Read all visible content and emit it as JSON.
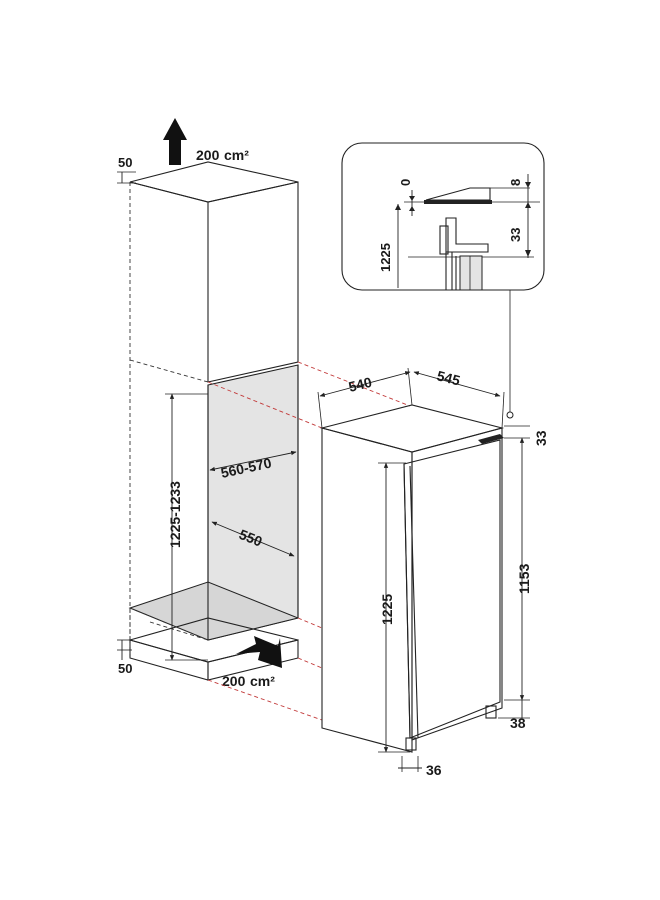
{
  "labels": {
    "vent_top": "200",
    "vent_bottom": "200",
    "vent_unit": "cm²",
    "top_gap": "50",
    "bottom_gap": "50",
    "niche_height": "1225-1233",
    "niche_width": "560-570",
    "niche_depth": "550",
    "fridge_width": "540",
    "fridge_depth": "545",
    "fridge_top_gap": "33",
    "door_height": "1153",
    "fridge_height": "1225",
    "foot_height": "38",
    "foot_depth": "36",
    "detail_gap": "0",
    "detail_eight": "8",
    "detail_height": "1225",
    "detail_33": "33"
  },
  "colors": {
    "line": "#222222",
    "red_dash": "#c23a3a",
    "cabinet_fill": "#ffffff",
    "shade": "#e4e4e4",
    "shade_dark": "#d6d6d6"
  }
}
